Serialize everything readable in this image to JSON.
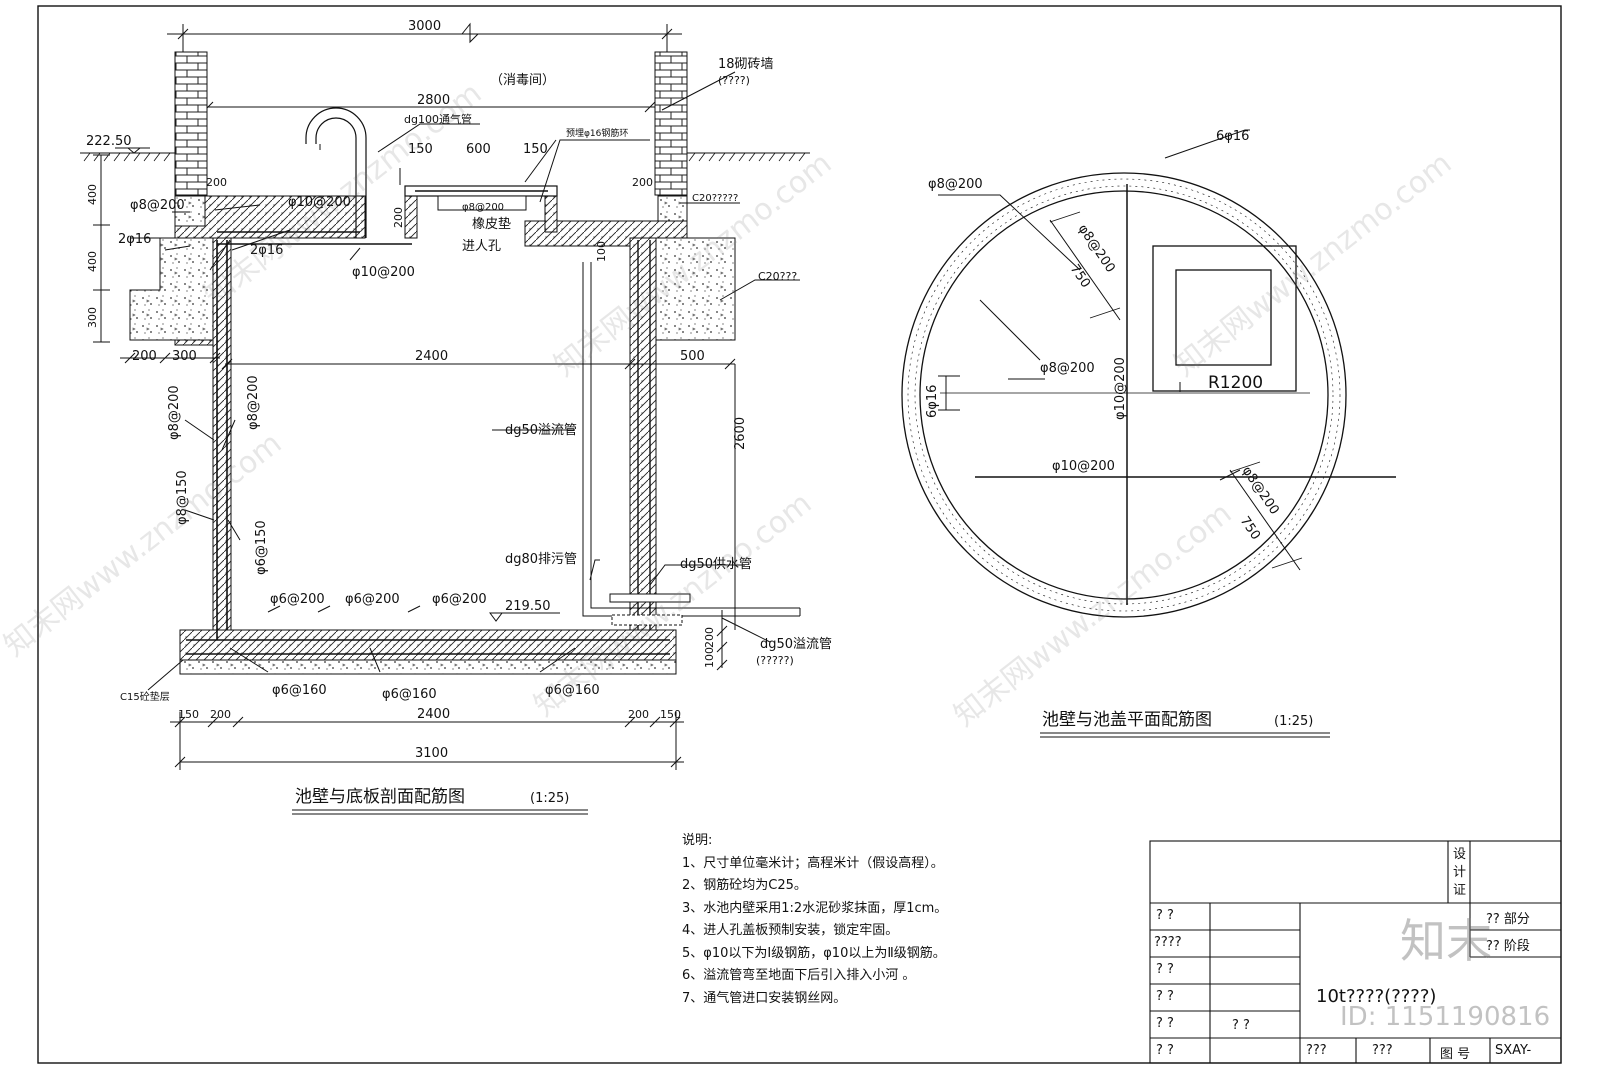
{
  "section_view": {
    "title": "池壁与底板剖面配筋图",
    "scale": "(1:25)",
    "room_label": "（消毒间）",
    "dim_top": "3000",
    "dim_inner": "2800",
    "wall_label": "18砌砖墙",
    "wall_note": "(????)",
    "ground_level": "222.50",
    "vent_pipe": "dg100通气管",
    "ring_note": "预埋φ16钢筋环",
    "cover_dims": [
      "150",
      "600",
      "150"
    ],
    "cover_bar": "φ8@200",
    "rubber_pad": "橡皮垫",
    "manhole": "进人孔",
    "left_dims": [
      "400",
      "400",
      "300"
    ],
    "slab_bars": [
      "φ8@200",
      "φ10@200",
      "2φ16",
      "2φ16",
      "φ10@200"
    ],
    "side_dims": [
      "200",
      "200",
      "200",
      "100"
    ],
    "c20_top": "C20?????",
    "c20_mid": "C20???",
    "foot_dims": [
      "200",
      "300"
    ],
    "span": "2400",
    "right_ext": "500",
    "height": "2600",
    "wall_bars": [
      "φ8@200",
      "φ8@200",
      "φ8@150",
      "φ6@150"
    ],
    "overflow_pipe": "dg50溢流管",
    "drain_pipe": "dg80排污管",
    "supply_pipe": "dg50供水管",
    "bottom_level": "219.50",
    "base_bars_top": [
      "φ6@200",
      "φ6@200",
      "φ6@200"
    ],
    "base_bars_bottom": [
      "φ6@160",
      "φ6@160",
      "φ6@160"
    ],
    "base_dims_right": [
      "100",
      "200"
    ],
    "overflow_out": "dg50溢流管",
    "overflow_out_note": "(?????)",
    "cushion": "C15砼垫层",
    "bottom_dims": [
      "150",
      "200",
      "2400",
      "200",
      "150"
    ],
    "bottom_total": "3100"
  },
  "plan_view": {
    "title": "池壁与池盖平面配筋图",
    "scale": "(1:25)",
    "ring_bar": "6φ16",
    "bar_a": "φ8@200",
    "bar_b": "φ8@200",
    "dim_a": "750",
    "bar_c": "φ8@200",
    "ring_bar_left": "6φ16",
    "bar_vert": "φ10@200",
    "radius": "R1200",
    "bar_horiz": "φ10@200",
    "bar_d": "φ8@200",
    "dim_b": "750"
  },
  "notes": {
    "heading": "说明:",
    "items": [
      "1、尺寸单位毫米计；高程米计（假设高程）。",
      "2、钢筋砼均为C25。",
      "3、水池内壁采用1:2水泥砂浆抹面，厚1cm。",
      "4、进人孔盖板预制安装，锁定牢固。",
      "5、φ10以下为Ⅰ级钢筋，φ10以上为Ⅱ级钢筋。",
      "6、溢流管弯至地面下后引入排入小河 。",
      "7、通气管进口安装钢丝网。"
    ]
  },
  "title_block": {
    "design_cert": "设计证",
    "rows_left": [
      "?  ?",
      "????",
      "?  ?",
      "?  ?",
      "?  ?",
      "?  ?"
    ],
    "extra": "?  ?",
    "part": "??  部分",
    "stage": "??  阶段",
    "project": "10t????(????)",
    "footer": [
      "???",
      "???"
    ],
    "drawing_no_label": "图 号",
    "drawing_no": "SXAY-"
  },
  "watermark": {
    "site": "知末网www.znzmo.com",
    "logo": "知末",
    "id": "ID: 1151190816"
  }
}
